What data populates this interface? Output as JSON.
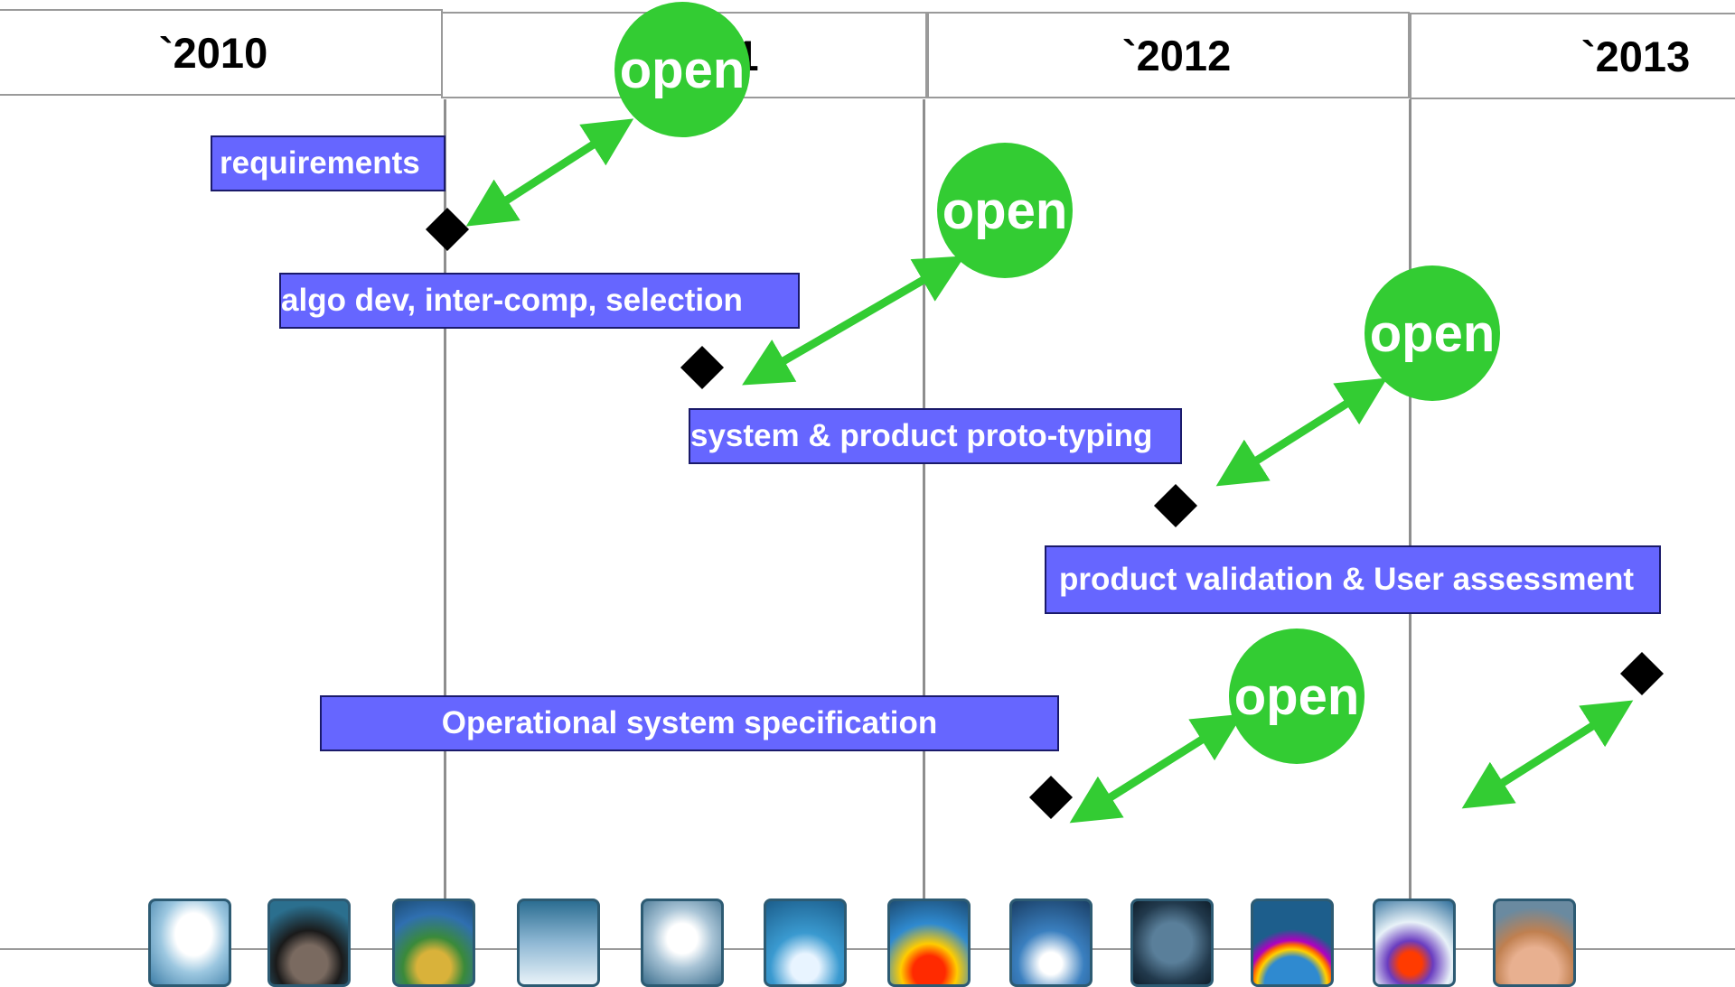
{
  "timeline": {
    "years": [
      "`2010",
      "`2011",
      "`2012",
      "`2013"
    ]
  },
  "phases": {
    "requirements": "requirements",
    "algo_dev": "algo dev, inter-comp,  selection",
    "prototyping": "system & product proto-typing",
    "validation": "product validation & User assessment",
    "ops_spec": "Operational system specification"
  },
  "review_label": "open",
  "icons": [
    "ice-sheet-icon",
    "fire-icon",
    "land-cover-icon",
    "cloud-icon",
    "sea-ice-icon",
    "ocean-colour-icon",
    "sea-surface-temperature-icon",
    "sea-level-icon",
    "ozone-icon",
    "aerosol-icon",
    "ghg-icon",
    "glacier-icon"
  ],
  "colors": {
    "phase_bar": "#6666ff",
    "open_circle": "#33cc33",
    "arrow": "#33cc33",
    "milestone": "#000000"
  }
}
